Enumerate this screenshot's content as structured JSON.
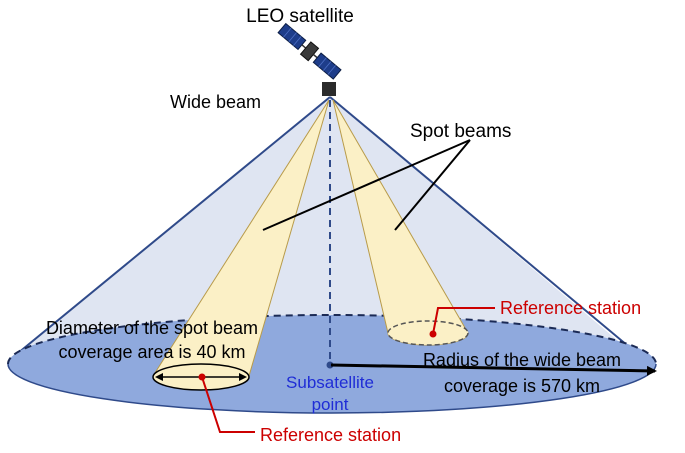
{
  "labels": {
    "satellite": "LEO satellite",
    "wide_beam": "Wide beam",
    "spot_beams": "Spot beams",
    "reference_station_right": "Reference station",
    "spot_diameter_line1": "Diameter of the spot beam",
    "spot_diameter_line2": "coverage area is 40 km",
    "wide_radius_line1": "Radius of the wide beam",
    "wide_radius_line2": "coverage is 570 km",
    "subsatellite_line1": "Subsatellite",
    "subsatellite_line2": "point",
    "reference_station_bottom": "Reference station"
  },
  "colors": {
    "wide_beam_fill": "#dfe5f2",
    "wide_beam_edge": "#2f4a8a",
    "ground_fill": "#8fa9dd",
    "spot_beam_fill": "#fbf0c6",
    "spot_beam_edge": "#b89b4a",
    "reference_station": "#cc0000",
    "subsatellite_text": "#1f2dd6",
    "text": "#000000"
  }
}
